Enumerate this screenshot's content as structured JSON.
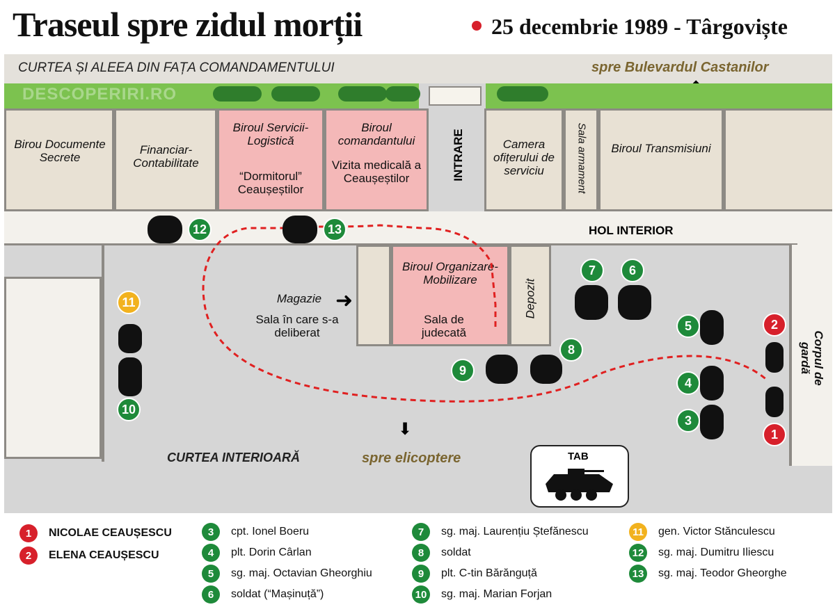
{
  "title": "Traseul spre zidul morții",
  "subtitle": "25 decembrie 1989 - Târgoviște",
  "watermark": "DESCOPERIRI.RO",
  "colors": {
    "accent_red": "#d7202b",
    "green": "#1e8a3a",
    "yellow": "#f2b21e",
    "route": "#e02020"
  },
  "labels": {
    "front_yard": "CURTEA ȘI ALEEA DIN FAȚA COMANDAMENTULUI",
    "to_boulevard": "spre Bulevardul Castanilor",
    "hol": "HOL INTERIOR",
    "intrare": "INTRARE",
    "sala_armament": "Sala armament",
    "depozit": "Depozit",
    "corpul": "Corpul de gardă",
    "courtyard": "CURTEA INTERIOARĂ",
    "to_heli": "spre elicoptere",
    "tab": "TAB",
    "magazie": "Magazie",
    "sala_deliberat": "Sala în care s-a deliberat"
  },
  "rooms": {
    "documente": "Birou Documente Secrete",
    "financiar": "Financiar-Contabilitate",
    "servicii": "Biroul Servicii-Logistică",
    "dormitorul": "“Dormitorul” Ceaușeștilor",
    "comandantului": "Biroul comandantului",
    "vizita": "Vizita medicală a Ceaușeștilor",
    "camera": "Camera ofițerului de serviciu",
    "transmisiuni": "Biroul Transmisiuni",
    "organizare": "Biroul Organizare-Mobilizare",
    "judecata": "Sala de judecată"
  },
  "markers": {
    "m1": "1",
    "m2": "2",
    "m3": "3",
    "m4": "4",
    "m5": "5",
    "m6": "6",
    "m7": "7",
    "m8": "8",
    "m9": "9",
    "m10": "10",
    "m11": "11",
    "m12": "12",
    "m13": "13"
  },
  "legend": [
    {
      "num": "1",
      "text": "NICOLAE CEAUȘESCU",
      "color": "red"
    },
    {
      "num": "2",
      "text": "ELENA CEAUȘESCU",
      "color": "red"
    },
    {
      "num": "3",
      "text": "cpt. Ionel Boeru",
      "color": "green"
    },
    {
      "num": "4",
      "text": "plt. Dorin Cârlan",
      "color": "green"
    },
    {
      "num": "5",
      "text": "sg. maj. Octavian Gheorghiu",
      "color": "green"
    },
    {
      "num": "6",
      "text": "soldat (“Mașinuță”)",
      "color": "green"
    },
    {
      "num": "7",
      "text": "sg. maj. Laurențiu Ștefănescu",
      "color": "green"
    },
    {
      "num": "8",
      "text": "soldat",
      "color": "green"
    },
    {
      "num": "9",
      "text": "plt. C-tin Bărănguță",
      "color": "green"
    },
    {
      "num": "10",
      "text": "sg. maj. Marian Forjan",
      "color": "green"
    },
    {
      "num": "11",
      "text": "gen. Victor Stănculescu",
      "color": "yellow"
    },
    {
      "num": "12",
      "text": "sg. maj. Dumitru Iliescu",
      "color": "green"
    },
    {
      "num": "13",
      "text": "sg. maj. Teodor Gheorghe",
      "color": "green"
    }
  ]
}
